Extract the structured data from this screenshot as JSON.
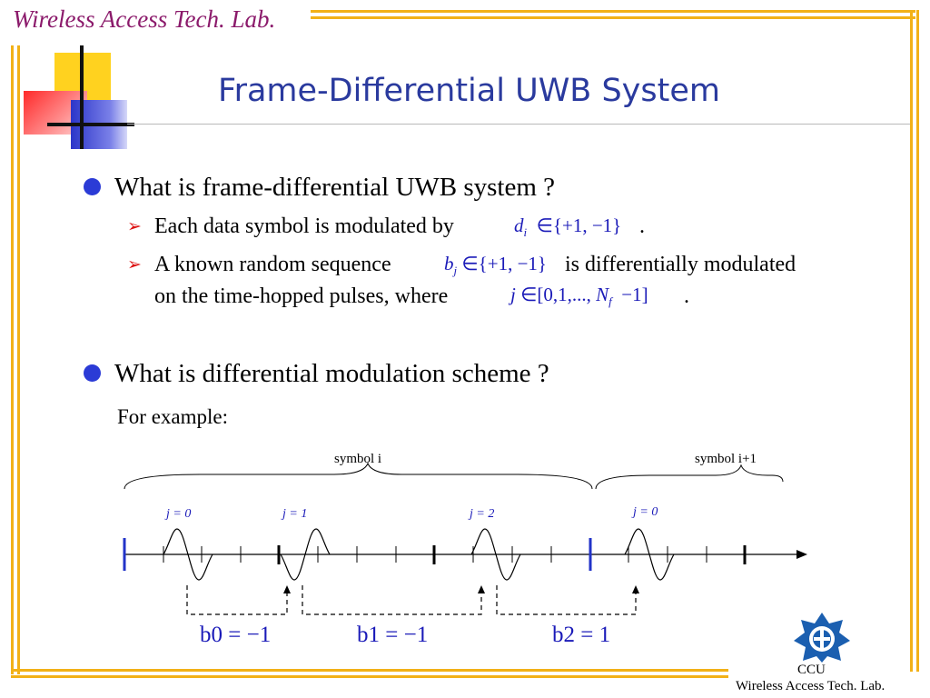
{
  "header": {
    "lab_name": "Wireless Access Tech. Lab."
  },
  "slide": {
    "title": "Frame-Differential UWB System",
    "bullet1": "What is frame-differential UWB system ?",
    "sub1_text": "Each data symbol is modulated by",
    "sub1_math": "d_i ∈ {+1, −1}",
    "sub1_end": ".",
    "sub2_text": "A known random sequence",
    "sub2_math": "b_j ∈ {+1, −1}",
    "sub2_text_b": "is differentially modulated",
    "sub2_line2": "on the time-hopped pulses, where",
    "sub2_math2": "j ∈ [0, 1, ..., N_f − 1]",
    "sub2_end": ".",
    "bullet2": "What is differential modulation scheme ?",
    "for_example": "For example:"
  },
  "diagram": {
    "symbol_i": "symbol i",
    "symbol_i1": "symbol i+1",
    "j_labels": [
      "j = 0",
      "j = 1",
      "j = 2",
      "j = 0"
    ],
    "b_labels": [
      "b0 = −1",
      "b1 = −1",
      "b2 = 1"
    ]
  },
  "footer": {
    "org": "CCU",
    "lab_name": "Wireless Access Tech. Lab."
  },
  "colors": {
    "accent_frame": "#f2b117",
    "title": "#2a3a9e",
    "bullet": "#2b3bd6",
    "math": "#1a1ab8",
    "header": "#8b1a6b",
    "arrow": "#dd1111"
  },
  "icons": {
    "bullet": "bullet-dot-icon",
    "sub_bullet": "arrow-bullet-icon",
    "logo": "ccu-emblem-icon"
  }
}
